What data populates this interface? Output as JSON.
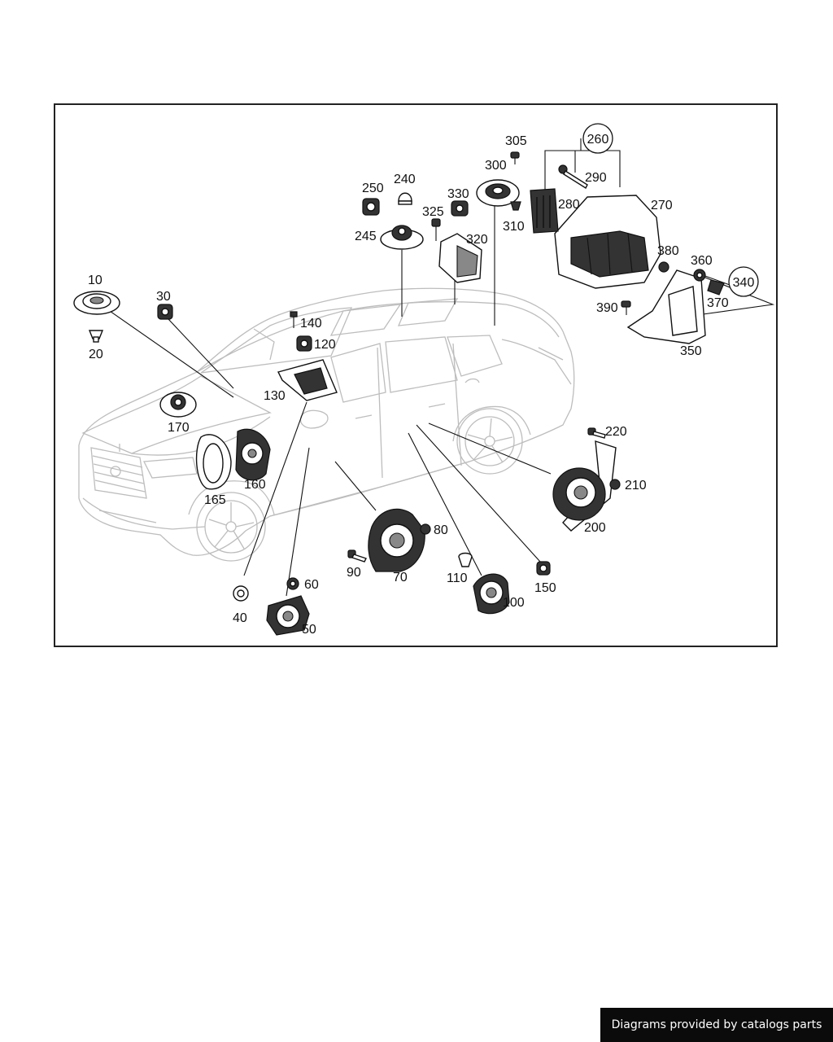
{
  "diagram": {
    "labels": {
      "p10": "10",
      "p20": "20",
      "p30": "30",
      "p40": "40",
      "p50": "50",
      "p60": "60",
      "p70": "70",
      "p80": "80",
      "p90": "90",
      "p100": "100",
      "p110": "110",
      "p120": "120",
      "p130": "130",
      "p140": "140",
      "p150": "150",
      "p160": "160",
      "p165": "165",
      "p170": "170",
      "p200": "200",
      "p210": "210",
      "p220": "220",
      "p240": "240",
      "p245": "245",
      "p250": "250",
      "p260": "260",
      "p270": "270",
      "p280": "280",
      "p290": "290",
      "p300": "300",
      "p305": "305",
      "p310": "310",
      "p320": "320",
      "p325": "325",
      "p330": "330",
      "p340": "340",
      "p350": "350",
      "p360": "360",
      "p370": "370",
      "p380": "380",
      "p390": "390"
    }
  },
  "footer": {
    "text": "Diagrams provided by catalogs parts"
  }
}
